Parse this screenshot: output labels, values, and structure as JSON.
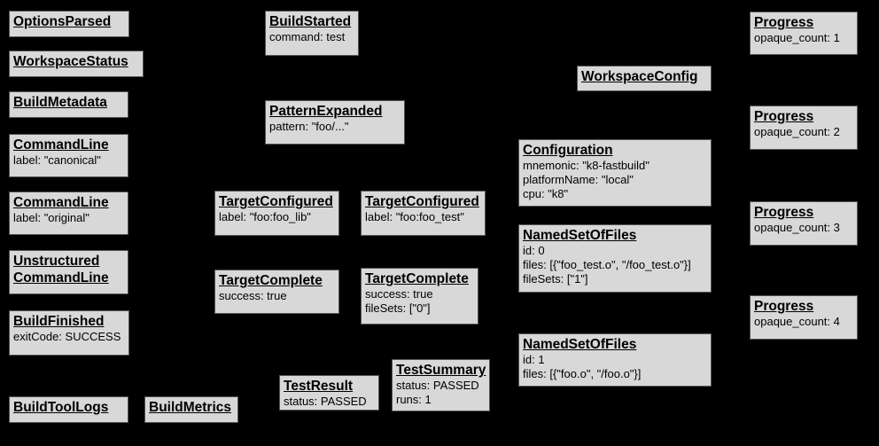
{
  "diagram": {
    "type": "build-event-protocol-graph",
    "background_color": "#000000",
    "node_fill_color": "#d8d8d8",
    "node_border_color": "#545454",
    "text_color": "#000000"
  },
  "nodes": {
    "options_parsed": {
      "title": "OptionsParsed"
    },
    "workspace_status": {
      "title": "WorkspaceStatus"
    },
    "build_metadata": {
      "title": "BuildMetadata"
    },
    "command_line_canonical": {
      "title": "CommandLine",
      "lines": [
        "label: \"canonical\""
      ]
    },
    "command_line_original": {
      "title": "CommandLine",
      "lines": [
        "label: \"original\""
      ]
    },
    "unstructured_command_line": {
      "title": "Unstructured",
      "title2": "CommandLine"
    },
    "build_finished": {
      "title": "BuildFinished",
      "lines": [
        "exitCode: SUCCESS"
      ]
    },
    "build_tool_logs": {
      "title": "BuildToolLogs"
    },
    "build_metrics": {
      "title": "BuildMetrics"
    },
    "build_started": {
      "title": "BuildStarted",
      "lines": [
        "command: test"
      ]
    },
    "pattern_expanded": {
      "title": "PatternExpanded",
      "lines": [
        "pattern: \"foo/...\""
      ]
    },
    "target_configured_lib": {
      "title": "TargetConfigured",
      "lines": [
        "label: \"foo:foo_lib\""
      ]
    },
    "target_configured_test": {
      "title": "TargetConfigured",
      "lines": [
        "label: \"foo:foo_test\""
      ]
    },
    "target_complete_lib": {
      "title": "TargetComplete",
      "lines": [
        "success: true"
      ]
    },
    "target_complete_test": {
      "title": "TargetComplete",
      "lines": [
        "success: true",
        "fileSets: [\"0\"]"
      ]
    },
    "test_result": {
      "title": "TestResult",
      "lines": [
        "status: PASSED"
      ]
    },
    "test_summary": {
      "title": "TestSummary",
      "lines": [
        "status: PASSED",
        "runs: 1"
      ]
    },
    "workspace_config": {
      "title": "WorkspaceConfig"
    },
    "configuration": {
      "title": "Configuration",
      "lines": [
        "mnemonic: \"k8-fastbuild\"",
        "platformName: \"local\"",
        "cpu: \"k8\""
      ]
    },
    "named_set_of_files_0": {
      "title": "NamedSetOfFiles",
      "lines": [
        "id: 0",
        "files: [{\"foo_test.o\", \"/foo_test.o\"}]",
        "fileSets: [\"1\"]"
      ]
    },
    "named_set_of_files_1": {
      "title": "NamedSetOfFiles",
      "lines": [
        "id: 1",
        "files: [{\"foo.o\", \"/foo.o\"}]"
      ]
    },
    "progress_1": {
      "title": "Progress",
      "lines": [
        "opaque_count: 1"
      ]
    },
    "progress_2": {
      "title": "Progress",
      "lines": [
        "opaque_count: 2"
      ]
    },
    "progress_3": {
      "title": "Progress",
      "lines": [
        "opaque_count: 3"
      ]
    },
    "progress_4": {
      "title": "Progress",
      "lines": [
        "opaque_count: 4"
      ]
    }
  }
}
